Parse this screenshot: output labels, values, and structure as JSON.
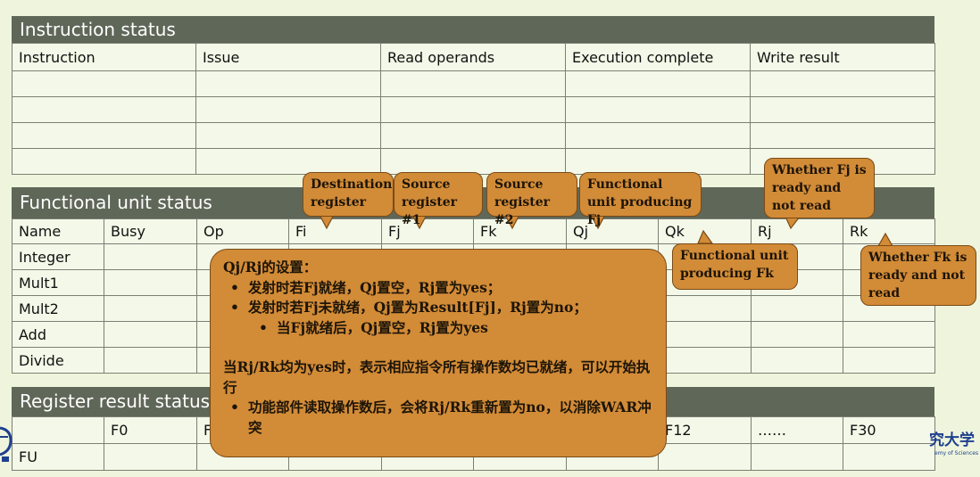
{
  "instruction_status": {
    "title": "Instruction status",
    "headers": [
      "Instruction",
      "Issue",
      "Read operands",
      "Execution complete",
      "Write result"
    ]
  },
  "functional_unit_status": {
    "title": "Functional unit status",
    "headers": [
      "Name",
      "Busy",
      "Op",
      "Fi",
      "Fj",
      "Fk",
      "Qj",
      "Qk",
      "Rj",
      "Rk"
    ],
    "units": [
      "Integer",
      "Mult1",
      "Mult2",
      "Add",
      "Divide"
    ]
  },
  "register_result_status": {
    "title": "Register result status",
    "headers": [
      "",
      "F0",
      "F",
      "",
      "",
      "",
      "",
      "F12",
      "……",
      "F30"
    ],
    "row_label": "FU"
  },
  "callouts": {
    "dest": "Destination register",
    "src1": "Source register #1",
    "src2": "Source register #2",
    "fu_fj": "Functional unit producing Fj",
    "rj_ready": "Whether Fj is ready and not read",
    "fu_fk": "Functional unit producing Fk",
    "rk_ready": "Whether Fk is ready and not read"
  },
  "note": {
    "title": "Qj/Rj的设置：",
    "b1": "发射时若Fj就绪，Qj置空，Rj置为yes；",
    "b2": "发射时若Fj未就绪，Qj置为Result[Fj]，Rj置为no；",
    "b3": "当Fj就绪后，Qj置空，Rj置为yes",
    "p1": "当Rj/Rk均为yes时，表示相应指令所有操作数均已就绪，可以开始执行",
    "b4": "功能部件读取操作数后，会将Rj/Rk重新置为no，以消除WAR冲突"
  },
  "logos": {
    "right_text": "究大学",
    "right_subtext": "emy of Sciences"
  },
  "colors": {
    "band": "#5f6758",
    "callout": "#d28b37",
    "background": "#eef5dc"
  }
}
